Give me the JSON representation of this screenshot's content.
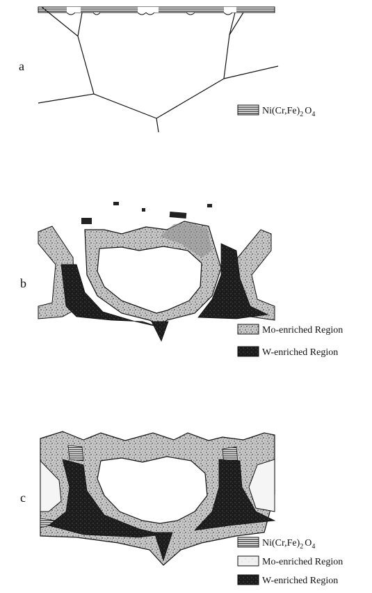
{
  "panels": [
    {
      "label": "a",
      "legend": [
        {
          "pattern": "hatch",
          "text_main": "Ni(Cr,Fe)",
          "text_sub1": "2",
          "text_mid": "O",
          "text_sub2": "4"
        }
      ]
    },
    {
      "label": "b",
      "legend": [
        {
          "pattern": "stipple",
          "text": "Mo-enriched Region"
        },
        {
          "pattern": "dark",
          "text": "W-enriched Region"
        }
      ]
    },
    {
      "label": "c",
      "legend": [
        {
          "pattern": "hatch",
          "text_main": "Ni(Cr,Fe)",
          "text_sub1": "2",
          "text_mid": "O",
          "text_sub2": "4"
        },
        {
          "pattern": "light",
          "text": "Mo-enriched Region"
        },
        {
          "pattern": "dark",
          "text": "W-enriched Region"
        }
      ]
    }
  ],
  "colors": {
    "ink": "#111111",
    "grain_fill": "#ffffff",
    "stipple": "#bdbdbd",
    "dark": "#1c1c1c"
  }
}
